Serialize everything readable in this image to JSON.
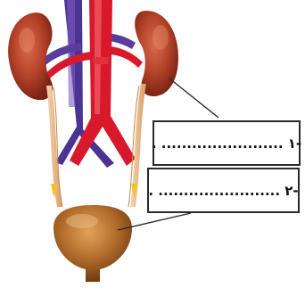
{
  "diagram": {
    "labels": [
      {
        "id": "1",
        "text": ". ........................ ١-"
      },
      {
        "id": "2",
        "text": ". ........................ ٢-"
      }
    ],
    "colors": {
      "kidney": "#b5432a",
      "artery": "#d8192c",
      "vein": "#5a3c9c",
      "ureter": "#e8b98a",
      "bladder": "#b06b2a",
      "leader_line": "#2a2a2a",
      "box_border": "#2a2a2a"
    }
  }
}
